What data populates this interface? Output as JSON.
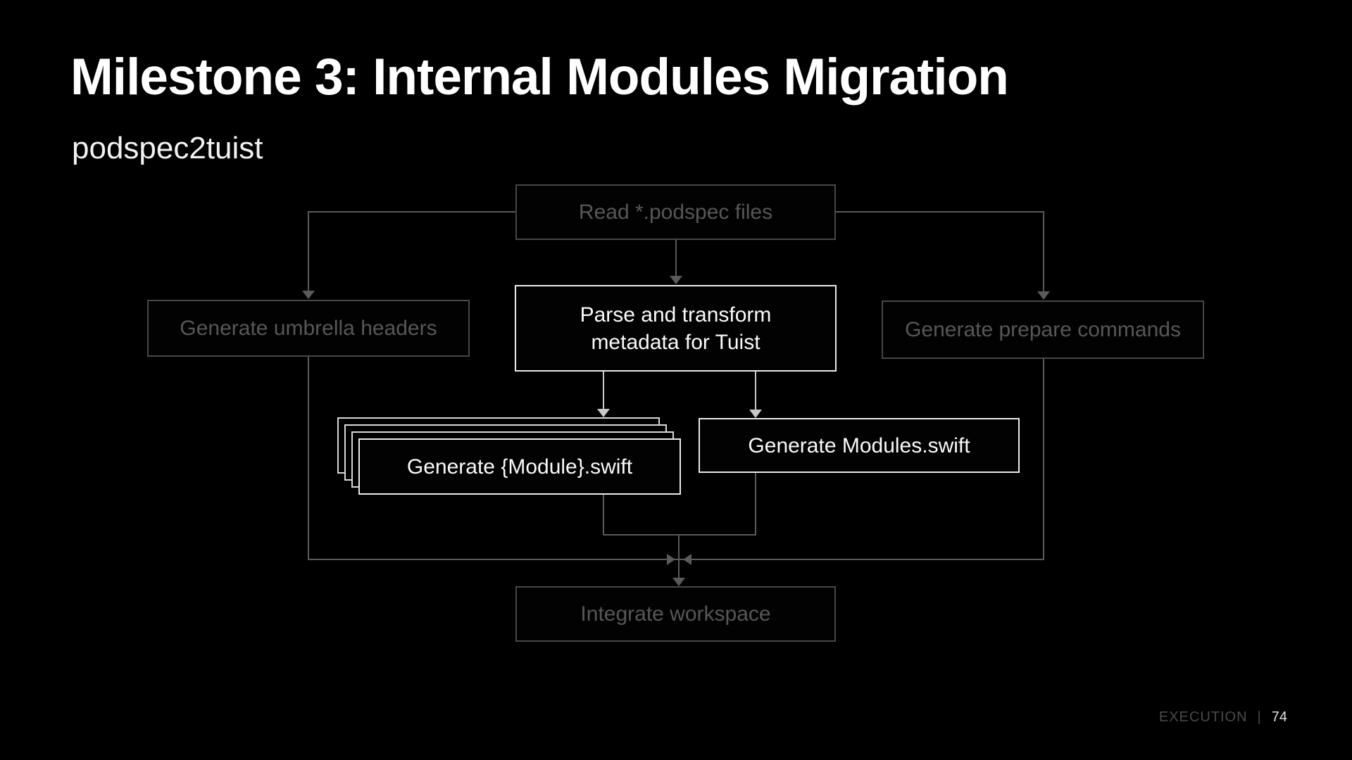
{
  "slide": {
    "title": "Milestone 3: Internal Modules Migration",
    "subtitle": "podspec2tuist",
    "footer": {
      "section": "EXECUTION",
      "separator": "|",
      "page_number": "74"
    }
  },
  "diagram": {
    "nodes": {
      "read": {
        "label": "Read *.podspec files",
        "state": "inactive"
      },
      "umbrella": {
        "label": "Generate umbrella headers",
        "state": "inactive"
      },
      "parse": {
        "label": "Parse and transform metadata for Tuist",
        "state": "active"
      },
      "prepare": {
        "label": "Generate prepare commands",
        "state": "inactive"
      },
      "module_swift": {
        "label": "Generate {Module}.swift",
        "state": "active",
        "stacked": true
      },
      "modules_swift": {
        "label": "Generate Modules.swift",
        "state": "active"
      },
      "integrate": {
        "label": "Integrate workspace",
        "state": "inactive"
      }
    },
    "colors": {
      "background": "#000000",
      "inactive_border": "#474747",
      "inactive_text": "#575757",
      "active_border": "#ebebeb",
      "active_text": "#fafafa",
      "connector": "#5a5a5a",
      "active_connector": "#c8c8c8",
      "footer_dim": "#4a4a4a",
      "footer_page": "#e0e0e0"
    }
  }
}
